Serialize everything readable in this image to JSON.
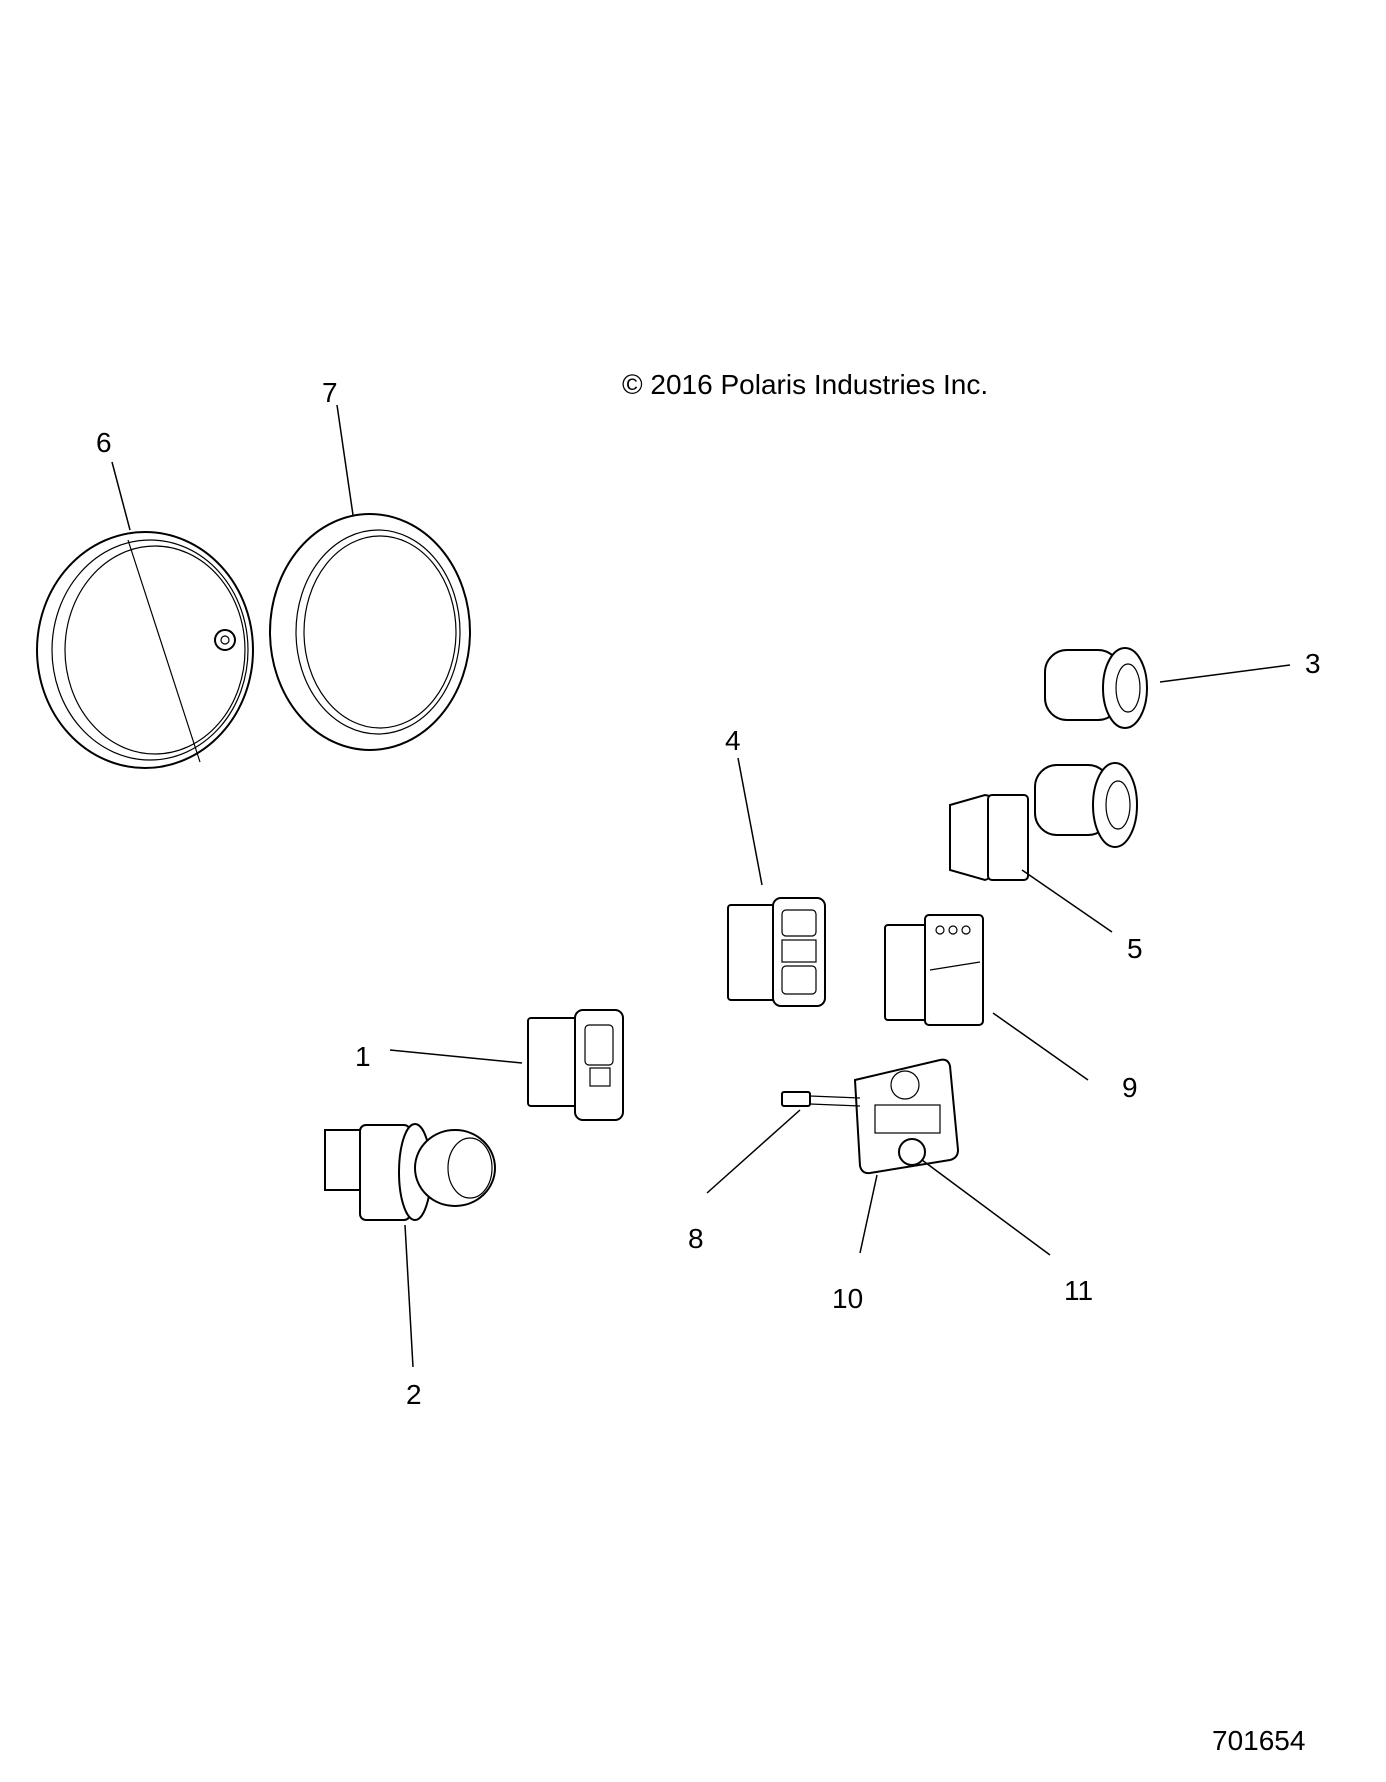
{
  "copyright": "© 2016 Polaris Industries Inc.",
  "drawing_number": "701654",
  "callouts": {
    "c1": "1",
    "c2": "2",
    "c3": "3",
    "c4": "4",
    "c5": "5",
    "c6": "6",
    "c7": "7",
    "c8": "8",
    "c9": "9",
    "c10": "10",
    "c11": "11"
  }
}
